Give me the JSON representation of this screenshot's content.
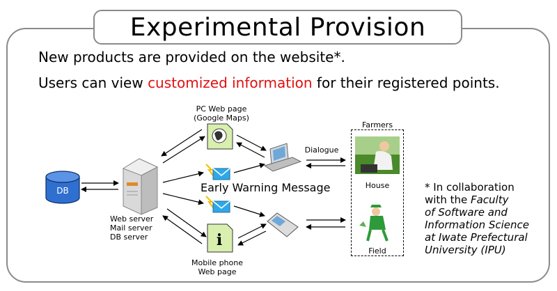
{
  "title": "Experimental Provision",
  "intro": {
    "line1": "New products are provided on the website*.",
    "line2_before": "Users can view ",
    "line2_highlight": "customized information",
    "line2_after": " for their registered points."
  },
  "diagram": {
    "db_label": "DB",
    "pc_page_line1": "PC Web page",
    "pc_page_line2": "(Google Maps)",
    "server_line1": "Web server",
    "server_line2": "Mail server",
    "server_line3": "DB server",
    "mobile_line1": "Mobile phone",
    "mobile_line2": "Web page",
    "early_warning": "Early Warning Message",
    "dialogue": "Dialogue",
    "farmers": "Farmers",
    "house": "House",
    "field": "Field"
  },
  "footnote": {
    "line1": "* In collaboration",
    "line2_prefix": "with the ",
    "line2_italic": "Faculty",
    "line3": "of Software and",
    "line4": "Information Science",
    "line5": "at  Iwate Prefectural",
    "line6": "University  (IPU)"
  },
  "colors": {
    "highlight": "#e01010",
    "db_fill": "#2f6fd0",
    "envelope": "#2fa8e8",
    "page_icon": "#d8efb0",
    "frame": "#8a8a8a"
  }
}
